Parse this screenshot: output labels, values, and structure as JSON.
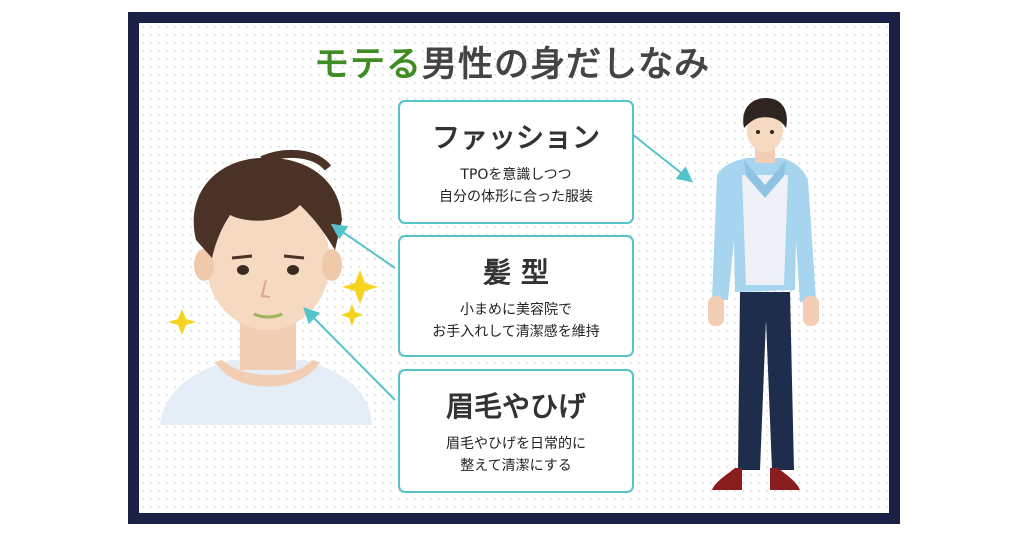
{
  "title": {
    "accent": "モテる",
    "rest": "男性の身だしなみ"
  },
  "boxes": [
    {
      "heading": "ファッション",
      "lines": [
        "TPOを意識しつつ",
        "自分の体形に合った服装"
      ]
    },
    {
      "heading": "髪 型",
      "lines": [
        "小まめに美容院で",
        "お手入れして清潔感を維持"
      ]
    },
    {
      "heading": "眉毛やひげ",
      "lines": [
        "眉毛やひげを日常的に",
        "整えて清潔にする"
      ]
    }
  ],
  "colors": {
    "frame": "#1b2145",
    "accent": "#3f8c24",
    "box_border": "#55c3cc",
    "sparkle": "#f6d31f"
  }
}
